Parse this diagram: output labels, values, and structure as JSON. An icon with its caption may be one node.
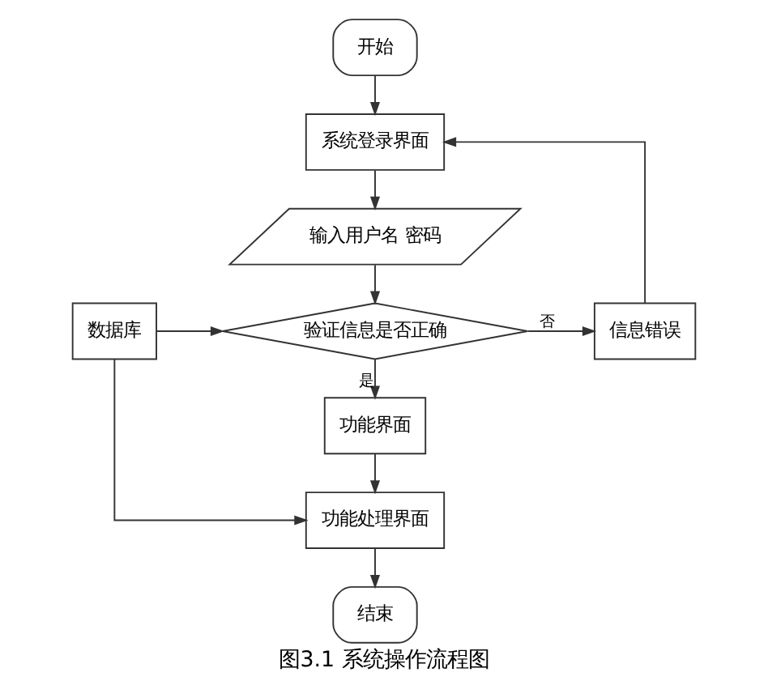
{
  "diagram": {
    "caption": "图3.1 系统操作流程图",
    "nodes": [
      {
        "text": [
          "开始"
        ]
      },
      {
        "text": [
          "系统登录界面"
        ]
      },
      {
        "text": [
          "输入用户名 密码"
        ]
      },
      {
        "text": [
          "数据库"
        ]
      },
      {
        "text": [
          "验证信息是否正确"
        ]
      },
      {
        "text": [
          "信息错误"
        ]
      },
      {
        "text": [
          "功能界面"
        ]
      },
      {
        "text": [
          "功能处理界面"
        ]
      },
      {
        "text": [
          "结束"
        ]
      }
    ],
    "edges": [
      {
        "from": 0,
        "to": 1,
        "arrow": "to"
      },
      {
        "from": 1,
        "to": 2,
        "arrow": "to"
      },
      {
        "from": 2,
        "to": 4,
        "arrow": "to"
      },
      {
        "from": 3,
        "to": 4,
        "arrow": "to"
      },
      {
        "from": 4,
        "to": 5,
        "label": "否",
        "arrow": "to"
      },
      {
        "from": 5,
        "to": 1,
        "arrow": "to"
      },
      {
        "from": 4,
        "to": 6,
        "label": "是",
        "arrow": "to"
      },
      {
        "from": 6,
        "to": 7,
        "arrow": "to"
      },
      {
        "from": 3,
        "to": 7,
        "arrow": "to"
      },
      {
        "from": 7,
        "to": 8,
        "arrow": "to"
      }
    ]
  }
}
